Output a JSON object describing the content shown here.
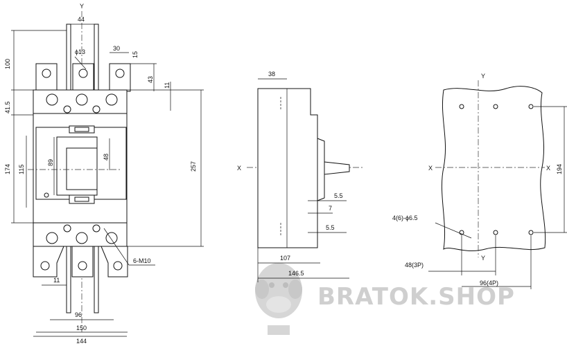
{
  "front_view": {
    "axis_y": "Y",
    "dims": {
      "top_width": "44",
      "hole_dia": "ϕ13",
      "terminal_spacing": "30",
      "terminal_offset": "15",
      "terminal_height": "43",
      "lug_thickness": "11",
      "overall_top": "100",
      "top_step": "41.5",
      "body_height": "174",
      "window_height": "115",
      "handle_89": "89",
      "handle_48": "48",
      "overall_height": "257",
      "screws": "6-M10",
      "bottom_11": "11",
      "pitch_96": "96",
      "width_150": "150",
      "width_144": "144"
    }
  },
  "side_view": {
    "axis_x": "X",
    "dims": {
      "depth_38": "38",
      "d_5_5a": "5.5",
      "d_7": "7",
      "d_5_5b": "5.5",
      "depth_107": "107",
      "depth_146_5": "146.5"
    }
  },
  "mount_view": {
    "axis_y_top": "Y",
    "axis_y_bottom": "Y",
    "axis_x_left": "X",
    "axis_x_right": "X",
    "dims": {
      "holes": "4(6)-ϕ6.5",
      "height_194": "194",
      "pitch_3p": "48(3P)",
      "pitch_4p": "96(4P)"
    }
  },
  "watermark": {
    "text": "BRATOK.SHOP"
  }
}
